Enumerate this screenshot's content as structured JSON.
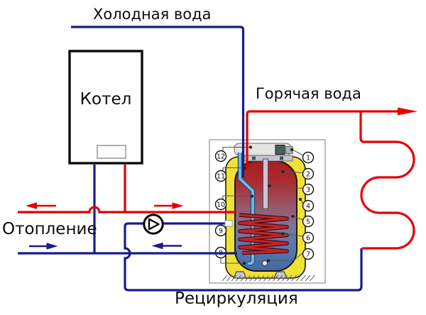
{
  "labels": {
    "cold_water": "Холодная вода",
    "hot_water": "Горячая вода",
    "boiler": "Котел",
    "heating": "Отопление",
    "recirculation": "Рециркуляция"
  },
  "tank_callouts": {
    "right": [
      "1",
      "2",
      "3",
      "4",
      "5",
      "6",
      "7"
    ],
    "left": [
      "12",
      "11",
      "10",
      "9",
      "8"
    ]
  },
  "colors": {
    "hot_pipe": "#e30000",
    "cold_pipe": "#1b1b8a",
    "insulation": "#f1e135",
    "tank_hot_top": "#a51d22",
    "tank_cold_bottom": "#44699f",
    "coil": "#c22326",
    "dip_tube": "#79b6e2",
    "background": "#ffffff"
  }
}
